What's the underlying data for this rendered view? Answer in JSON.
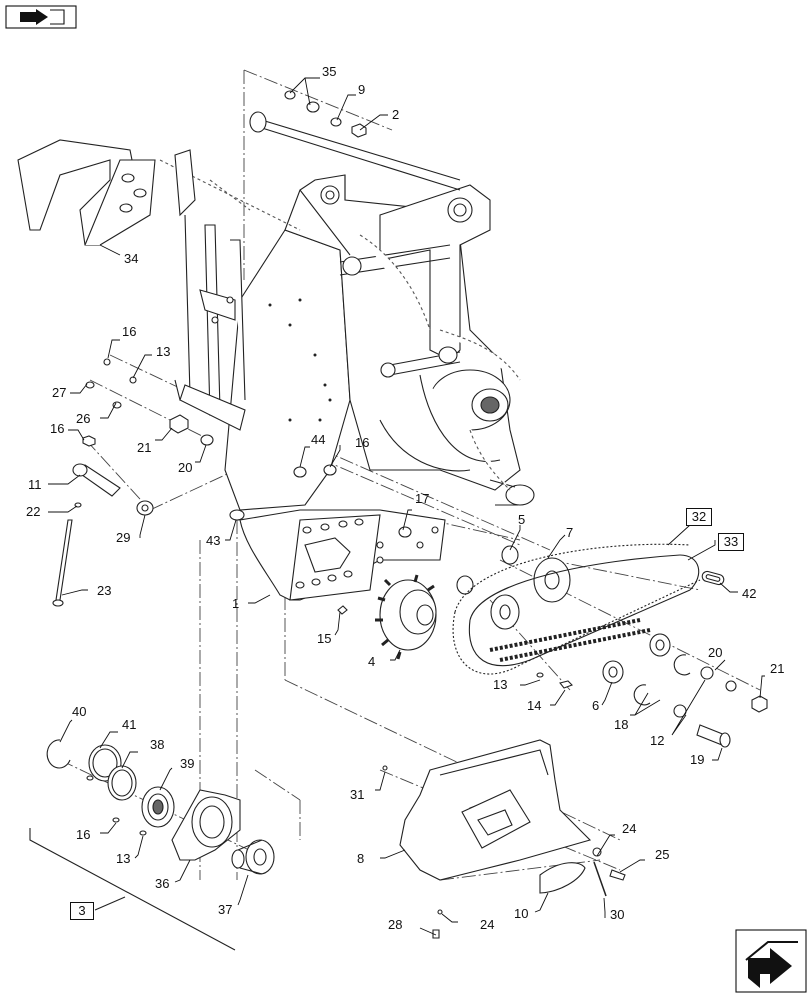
{
  "callouts": [
    "35",
    "9",
    "2",
    "34",
    "16",
    "13",
    "27",
    "26",
    "16",
    "21",
    "20",
    "11",
    "22",
    "29",
    "23",
    "44",
    "16",
    "17",
    "43",
    "5",
    "7",
    "32",
    "33",
    "42",
    "1",
    "15",
    "4",
    "13",
    "14",
    "6",
    "20",
    "21",
    "18",
    "12",
    "19",
    "40",
    "41",
    "38",
    "39",
    "31",
    "16",
    "13",
    "24",
    "25",
    "8",
    "36",
    "37",
    "10",
    "30",
    "28",
    "24"
  ],
  "boxed_callouts": [
    "32",
    "33",
    "3"
  ],
  "nav": {
    "top_left_icon": "back-arrow-icon",
    "bottom_right_icon": "forward-arrow-icon"
  }
}
